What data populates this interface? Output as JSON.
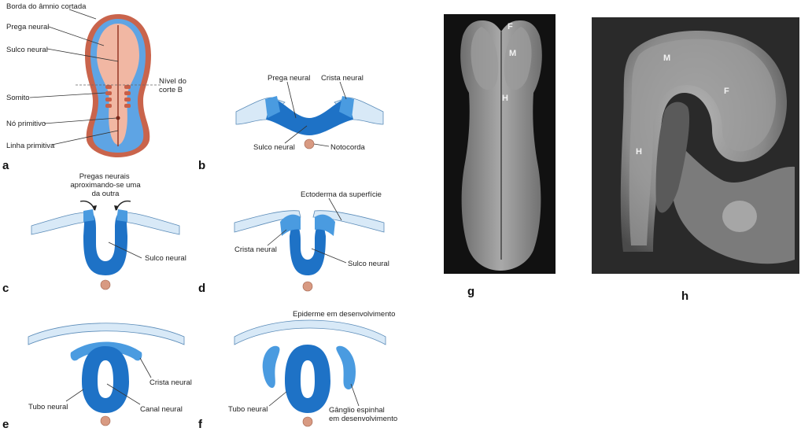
{
  "panels": {
    "a": {
      "letter": "a",
      "labels": {
        "amnion_edge": "Borda do âmnio cortada",
        "neural_fold": "Prega neural",
        "neural_groove": "Sulco neural",
        "somite": "Somito",
        "section_level": "Nível do corte B",
        "primitive_node": "Nó primitivo",
        "primitive_streak": "Linha primitiva"
      }
    },
    "b": {
      "letter": "b",
      "labels": {
        "neural_fold": "Prega neural",
        "neural_crest": "Crista neural",
        "neural_groove": "Sulco neural",
        "notochord": "Notocorda"
      }
    },
    "c": {
      "letter": "c",
      "labels": {
        "approach": "Pregas neurais aproximando-se uma da outra",
        "neural_groove": "Sulco neural"
      }
    },
    "d": {
      "letter": "d",
      "labels": {
        "surface_ectoderm": "Ectoderma da superfície",
        "neural_crest": "Crista neural",
        "neural_groove": "Sulco neural"
      }
    },
    "e": {
      "letter": "e",
      "labels": {
        "neural_crest": "Crista neural",
        "neural_tube": "Tubo neural",
        "neural_canal": "Canal neural"
      }
    },
    "f": {
      "letter": "f",
      "labels": {
        "epidermis": "Epiderme em desenvolvimento",
        "neural_tube": "Tubo neural",
        "spinal_ganglion": "Gânglio espinhal em desenvolvimento"
      }
    },
    "g": {
      "letter": "g",
      "regions": {
        "F": "F",
        "M": "M",
        "H": "H"
      }
    },
    "h": {
      "letter": "h",
      "regions": {
        "M": "M",
        "F": "F",
        "H": "H"
      }
    }
  },
  "colors": {
    "neural_plate": "#1e72c6",
    "neural_crest": "#4a9be0",
    "ectoderm": "#d8e9f7",
    "ectoderm_stroke": "#5a8bb8",
    "notochord": "#d89a82",
    "embryo_outer": "#c9644c",
    "embryo_mid": "#5ea4e4",
    "embryo_inner": "#f1b7a3"
  }
}
